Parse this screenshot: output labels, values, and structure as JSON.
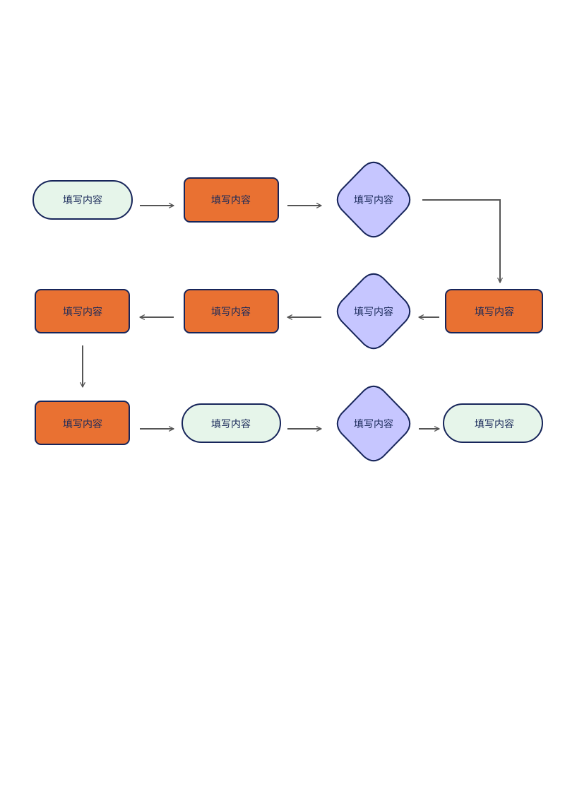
{
  "palette": {
    "terminal_fill": "#e6f5ea",
    "process_fill": "#e97132",
    "decision_fill": "#c6c6ff",
    "stroke": "#17255a",
    "arrow": "#555555"
  },
  "nodes": [
    {
      "id": "n1",
      "shape": "terminal",
      "label": "填写内容"
    },
    {
      "id": "n2",
      "shape": "process",
      "label": "填写内容"
    },
    {
      "id": "n3",
      "shape": "decision",
      "label": "填写内容"
    },
    {
      "id": "n4",
      "shape": "process",
      "label": "填写内容"
    },
    {
      "id": "n5",
      "shape": "decision",
      "label": "填写内容"
    },
    {
      "id": "n6",
      "shape": "process",
      "label": "填写内容"
    },
    {
      "id": "n7",
      "shape": "process",
      "label": "填写内容"
    },
    {
      "id": "n8",
      "shape": "process",
      "label": "填写内容"
    },
    {
      "id": "n9",
      "shape": "terminal",
      "label": "填写内容"
    },
    {
      "id": "n10",
      "shape": "decision",
      "label": "填写内容"
    },
    {
      "id": "n11",
      "shape": "terminal",
      "label": "填写内容"
    }
  ],
  "edges": [
    {
      "from": "n1",
      "to": "n2"
    },
    {
      "from": "n2",
      "to": "n3"
    },
    {
      "from": "n3",
      "to": "n4"
    },
    {
      "from": "n4",
      "to": "n5"
    },
    {
      "from": "n5",
      "to": "n6"
    },
    {
      "from": "n6",
      "to": "n7"
    },
    {
      "from": "n7",
      "to": "n8"
    },
    {
      "from": "n8",
      "to": "n9"
    },
    {
      "from": "n9",
      "to": "n10"
    },
    {
      "from": "n10",
      "to": "n11"
    }
  ]
}
